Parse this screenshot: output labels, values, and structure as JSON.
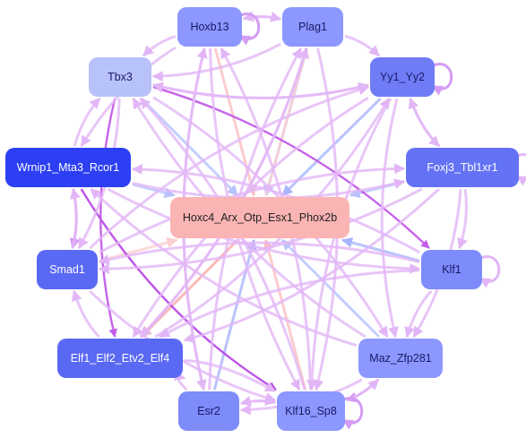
{
  "diagram": {
    "nodes": [
      {
        "id": "hoxb13",
        "label": "Hoxb13",
        "color": "#8c97ff"
      },
      {
        "id": "plag1",
        "label": "Plag1",
        "color": "#8c97ff"
      },
      {
        "id": "tbx3",
        "label": "Tbx3",
        "color": "#b7c2fb"
      },
      {
        "id": "yy1",
        "label": "Yy1_Yy2",
        "color": "#6f7cf6"
      },
      {
        "id": "wrnip1",
        "label": "Wrnip1_Mta3_Rcor1",
        "color": "#2c3ff3"
      },
      {
        "id": "foxj3",
        "label": "Foxj3_Tbl1xr1",
        "color": "#6472f5"
      },
      {
        "id": "hoxc4",
        "label": "Hoxc4_Arx_Otp_Esx1_Phox2b",
        "color": "#fbb4b4"
      },
      {
        "id": "smad1",
        "label": "Smad1",
        "color": "#5a69f3"
      },
      {
        "id": "klf1",
        "label": "Klf1",
        "color": "#7e8bfa"
      },
      {
        "id": "elf1",
        "label": "Elf1_Elf2_Etv2_Elf4",
        "color": "#5a69f3"
      },
      {
        "id": "maz",
        "label": "Maz_Zfp281",
        "color": "#8c97ff"
      },
      {
        "id": "esr2",
        "label": "Esr2",
        "color": "#7e8bfa"
      },
      {
        "id": "klf16",
        "label": "Klf16_Sp8",
        "color": "#8c97ff"
      }
    ],
    "edges": [
      {
        "from": "tbx3",
        "to": "hoxc4",
        "color": "#b7c2fb"
      },
      {
        "from": "hoxb13",
        "to": "hoxc4",
        "color": "#fbbfbf"
      },
      {
        "from": "plag1",
        "to": "hoxc4",
        "color": "#b7c2fb"
      },
      {
        "from": "yy1",
        "to": "hoxc4",
        "color": "#a7b4fb"
      },
      {
        "from": "foxj3",
        "to": "hoxc4",
        "color": "#b7c2fb"
      },
      {
        "from": "klf1",
        "to": "hoxc4",
        "color": "#a7b4fb"
      },
      {
        "from": "maz",
        "to": "hoxc4",
        "color": "#b7c2fb"
      },
      {
        "from": "esr2",
        "to": "hoxc4",
        "color": "#a7b4fb"
      },
      {
        "from": "klf16",
        "to": "hoxc4",
        "color": "#fbbfbf"
      },
      {
        "from": "smad1",
        "to": "hoxc4",
        "color": "#fbcfcf"
      },
      {
        "from": "wrnip1",
        "to": "hoxc4",
        "color": "#b7c2fb"
      },
      {
        "from": "hoxc4",
        "to": "elf1",
        "color": "#f7a7a7"
      },
      {
        "from": "hoxc4",
        "to": "plag1",
        "color": "#fbcfcf"
      },
      {
        "from": "wrnip1",
        "to": "klf16",
        "color": "#b94be6"
      },
      {
        "from": "tbx3",
        "to": "klf1",
        "color": "#c35ce9"
      },
      {
        "from": "tbx3",
        "to": "elf1",
        "color": "#c35ce9"
      },
      {
        "from": "wrnip1",
        "to": "smad1",
        "color": "#d59cf3"
      },
      {
        "from": "hoxb13",
        "to": "tbx3",
        "color": "#e2b6f6"
      },
      {
        "from": "hoxb13",
        "to": "plag1",
        "color": "#e2b6f6"
      },
      {
        "from": "plag1",
        "to": "hoxb13",
        "color": "#e2b6f6"
      },
      {
        "from": "plag1",
        "to": "yy1",
        "color": "#e2b6f6"
      },
      {
        "from": "yy1",
        "to": "foxj3",
        "color": "#e2b6f6"
      },
      {
        "from": "foxj3",
        "to": "klf1",
        "color": "#e2b6f6"
      },
      {
        "from": "klf1",
        "to": "maz",
        "color": "#e2b6f6"
      },
      {
        "from": "maz",
        "to": "klf16",
        "color": "#d59cf3"
      },
      {
        "from": "klf16",
        "to": "esr2",
        "color": "#e2b6f6"
      },
      {
        "from": "esr2",
        "to": "klf16",
        "color": "#e2b6f6"
      },
      {
        "from": "esr2",
        "to": "elf1",
        "color": "#e2b6f6"
      },
      {
        "from": "elf1",
        "to": "smad1",
        "color": "#e2b6f6"
      },
      {
        "from": "smad1",
        "to": "wrnip1",
        "color": "#e2b6f6"
      },
      {
        "from": "wrnip1",
        "to": "tbx3",
        "color": "#e2b6f6"
      },
      {
        "from": "tbx3",
        "to": "yy1",
        "color": "#e2b6f6"
      },
      {
        "from": "yy1",
        "to": "tbx3",
        "color": "#e2b6f6"
      },
      {
        "from": "hoxb13",
        "to": "klf16",
        "color": "#e2b6f6"
      },
      {
        "from": "plag1",
        "to": "elf1",
        "color": "#e2b6f6"
      },
      {
        "from": "yy1",
        "to": "elf1",
        "color": "#e2b6f6"
      },
      {
        "from": "foxj3",
        "to": "smad1",
        "color": "#e2b6f6"
      },
      {
        "from": "klf1",
        "to": "wrnip1",
        "color": "#e2b6f6"
      },
      {
        "from": "maz",
        "to": "tbx3",
        "color": "#e2b6f6"
      },
      {
        "from": "klf16",
        "to": "hoxb13",
        "color": "#e2b6f6"
      },
      {
        "from": "esr2",
        "to": "plag1",
        "color": "#e2b6f6"
      },
      {
        "from": "elf1",
        "to": "yy1",
        "color": "#e2b6f6"
      },
      {
        "from": "smad1",
        "to": "foxj3",
        "color": "#e2b6f6"
      },
      {
        "from": "wrnip1",
        "to": "klf1",
        "color": "#e2b6f6"
      },
      {
        "from": "tbx3",
        "to": "maz",
        "color": "#e2b6f6"
      },
      {
        "from": "hoxb13",
        "to": "esr2",
        "color": "#e2b6f6"
      },
      {
        "from": "plag1",
        "to": "klf16",
        "color": "#e2b6f6"
      },
      {
        "from": "yy1",
        "to": "maz",
        "color": "#e2b6f6"
      },
      {
        "from": "foxj3",
        "to": "elf1",
        "color": "#e2b6f6"
      },
      {
        "from": "klf1",
        "to": "smad1",
        "color": "#e2b6f6"
      },
      {
        "from": "maz",
        "to": "wrnip1",
        "color": "#e2b6f6"
      },
      {
        "from": "klf16",
        "to": "tbx3",
        "color": "#e2b6f6"
      },
      {
        "from": "esr2",
        "to": "hoxb13",
        "color": "#e2b6f6"
      },
      {
        "from": "elf1",
        "to": "plag1",
        "color": "#e2b6f6"
      },
      {
        "from": "smad1",
        "to": "yy1",
        "color": "#e2b6f6"
      },
      {
        "from": "wrnip1",
        "to": "foxj3",
        "color": "#e2b6f6"
      },
      {
        "from": "tbx3",
        "to": "smad1",
        "color": "#e2b6f6"
      },
      {
        "from": "hoxb13",
        "to": "wrnip1",
        "color": "#e2b6f6"
      },
      {
        "from": "plag1",
        "to": "tbx3",
        "color": "#e2b6f6"
      },
      {
        "from": "yy1",
        "to": "klf16",
        "color": "#e2b6f6"
      },
      {
        "from": "foxj3",
        "to": "maz",
        "color": "#e2b6f6"
      },
      {
        "from": "klf1",
        "to": "elf1",
        "color": "#e2b6f6"
      },
      {
        "from": "maz",
        "to": "esr2",
        "color": "#e2b6f6"
      },
      {
        "from": "klf16",
        "to": "maz",
        "color": "#e2b6f6"
      },
      {
        "from": "elf1",
        "to": "klf16",
        "color": "#e2b6f6"
      },
      {
        "from": "smad1",
        "to": "klf16",
        "color": "#e2b6f6"
      },
      {
        "from": "foxj3",
        "to": "yy1",
        "color": "#e2b6f6"
      }
    ],
    "self_loops": [
      {
        "node": "hoxb13",
        "color": "#d59cf3"
      },
      {
        "node": "yy1",
        "color": "#d59cf3"
      },
      {
        "node": "foxj3",
        "color": "#e2b6f6"
      },
      {
        "node": "klf1",
        "color": "#e2b6f6"
      },
      {
        "node": "klf16",
        "color": "#d59cf3"
      }
    ]
  }
}
